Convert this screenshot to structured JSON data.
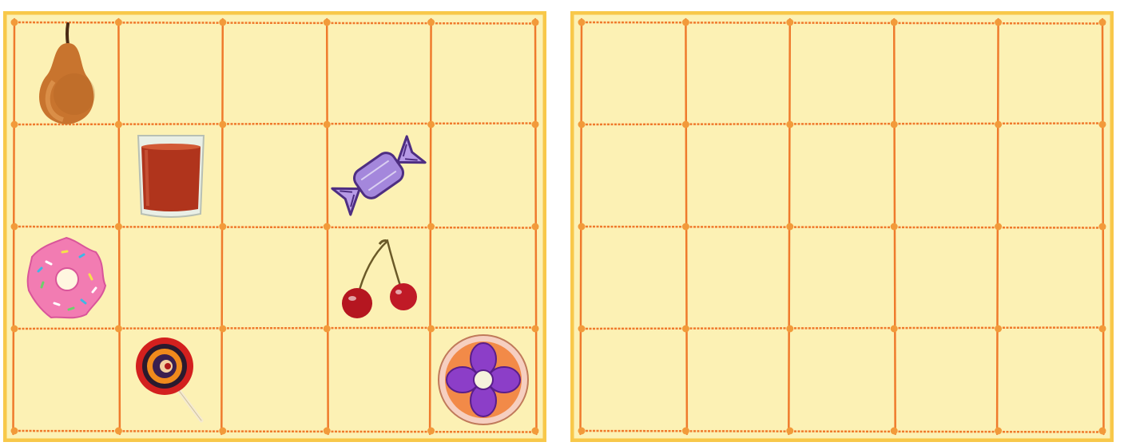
{
  "boards": [
    {
      "id": "left",
      "rows": 4,
      "cols": 5,
      "items": [
        {
          "name": "pear",
          "icon": "pear-icon",
          "row": 0,
          "col": 0
        },
        {
          "name": "juice-glass",
          "icon": "juice-glass-icon",
          "row": 1,
          "col": 1
        },
        {
          "name": "candy",
          "icon": "wrapped-candy-icon",
          "row": 1,
          "col": 3
        },
        {
          "name": "donut",
          "icon": "pink-donut-icon",
          "row": 2,
          "col": 0
        },
        {
          "name": "cherries",
          "icon": "cherries-icon",
          "row": 2,
          "col": 3
        },
        {
          "name": "lollipop",
          "icon": "lollipop-icon",
          "row": 3,
          "col": 1
        },
        {
          "name": "cookie",
          "icon": "flower-cookie-icon",
          "row": 3,
          "col": 4
        }
      ]
    },
    {
      "id": "right",
      "rows": 4,
      "cols": 5,
      "items": []
    }
  ],
  "colors": {
    "paper": "#fcf1b4",
    "grid_line": "#ef7a2c",
    "border": "#f8c84a"
  }
}
